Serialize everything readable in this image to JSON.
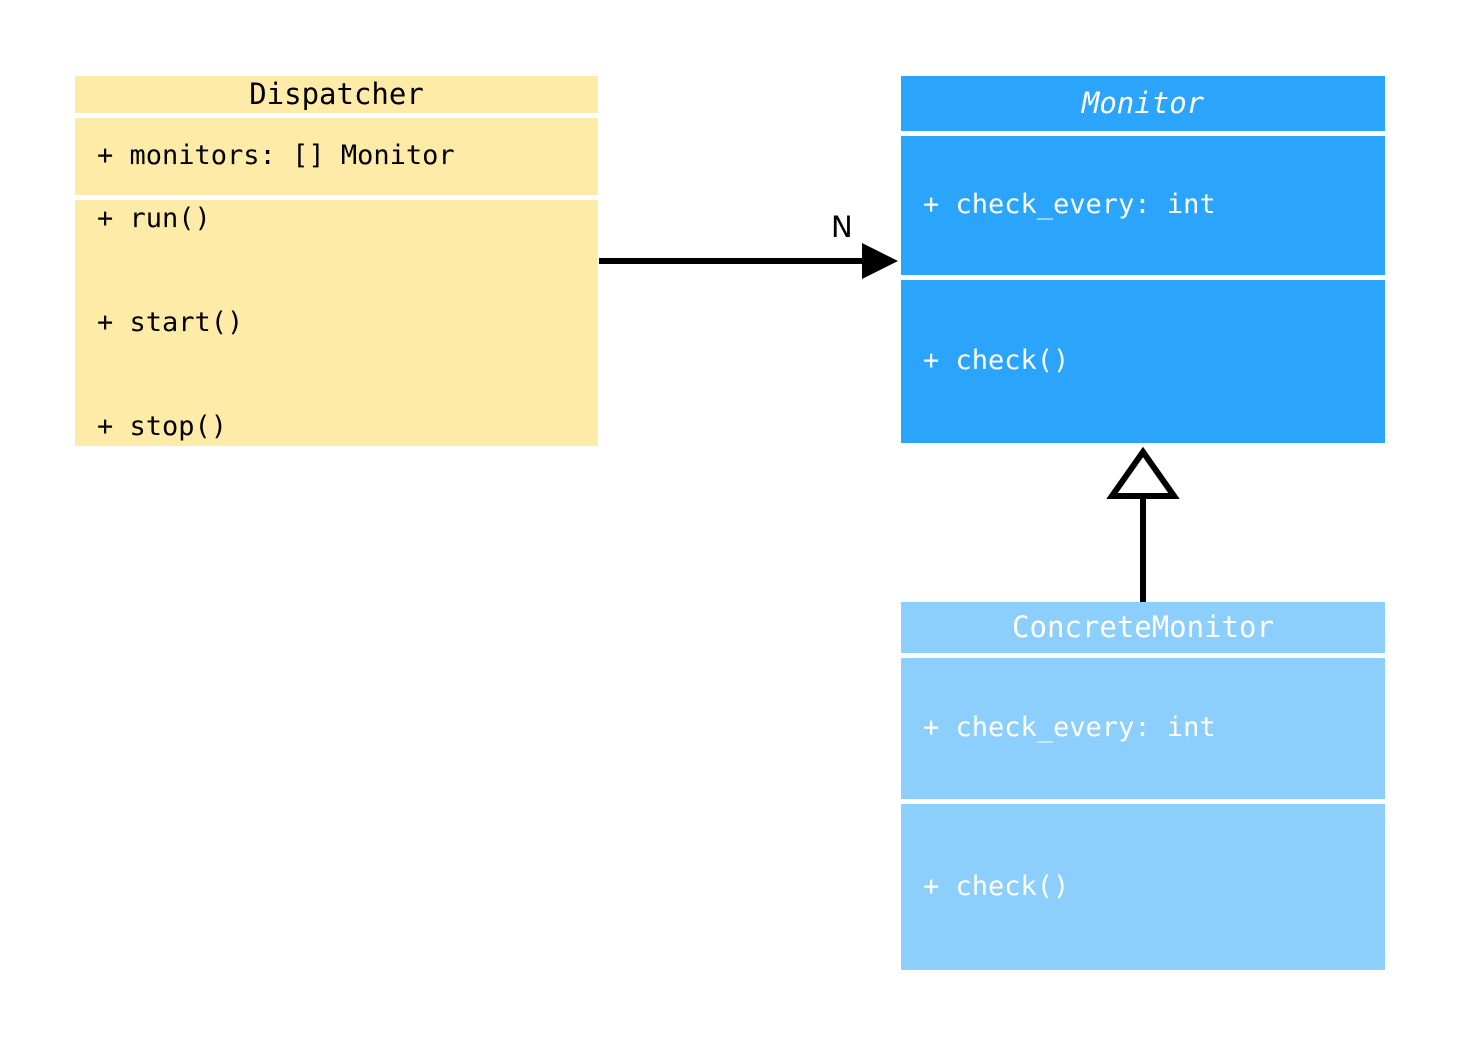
{
  "diagram": {
    "type": "uml-class-diagram",
    "background": "#ffffff",
    "classes": [
      {
        "name": "Dispatcher",
        "abstract": false,
        "fill": "#ffeba8",
        "text_color": "#000000",
        "attributes": [
          "+ monitors: [] Monitor"
        ],
        "methods": [
          "+ run()",
          "+ start()",
          "+ stop()"
        ]
      },
      {
        "name": "Monitor",
        "abstract": true,
        "fill": "#2ba4fc",
        "text_color": "#ffffff",
        "attributes": [
          "+ check_every: int"
        ],
        "methods": [
          "+ check()"
        ]
      },
      {
        "name": "ConcreteMonitor",
        "abstract": false,
        "fill": "#8ccffc",
        "text_color": "#ffffff",
        "attributes": [
          "+ check_every: int"
        ],
        "methods": [
          "+ check()"
        ]
      }
    ],
    "relations": [
      {
        "kind": "association",
        "from": "Dispatcher",
        "to": "Monitor",
        "label": "N",
        "arrowhead": "filled-triangle",
        "color": "#000000"
      },
      {
        "kind": "generalization",
        "from": "ConcreteMonitor",
        "to": "Monitor",
        "label": "",
        "arrowhead": "hollow-triangle",
        "color": "#000000"
      }
    ]
  }
}
